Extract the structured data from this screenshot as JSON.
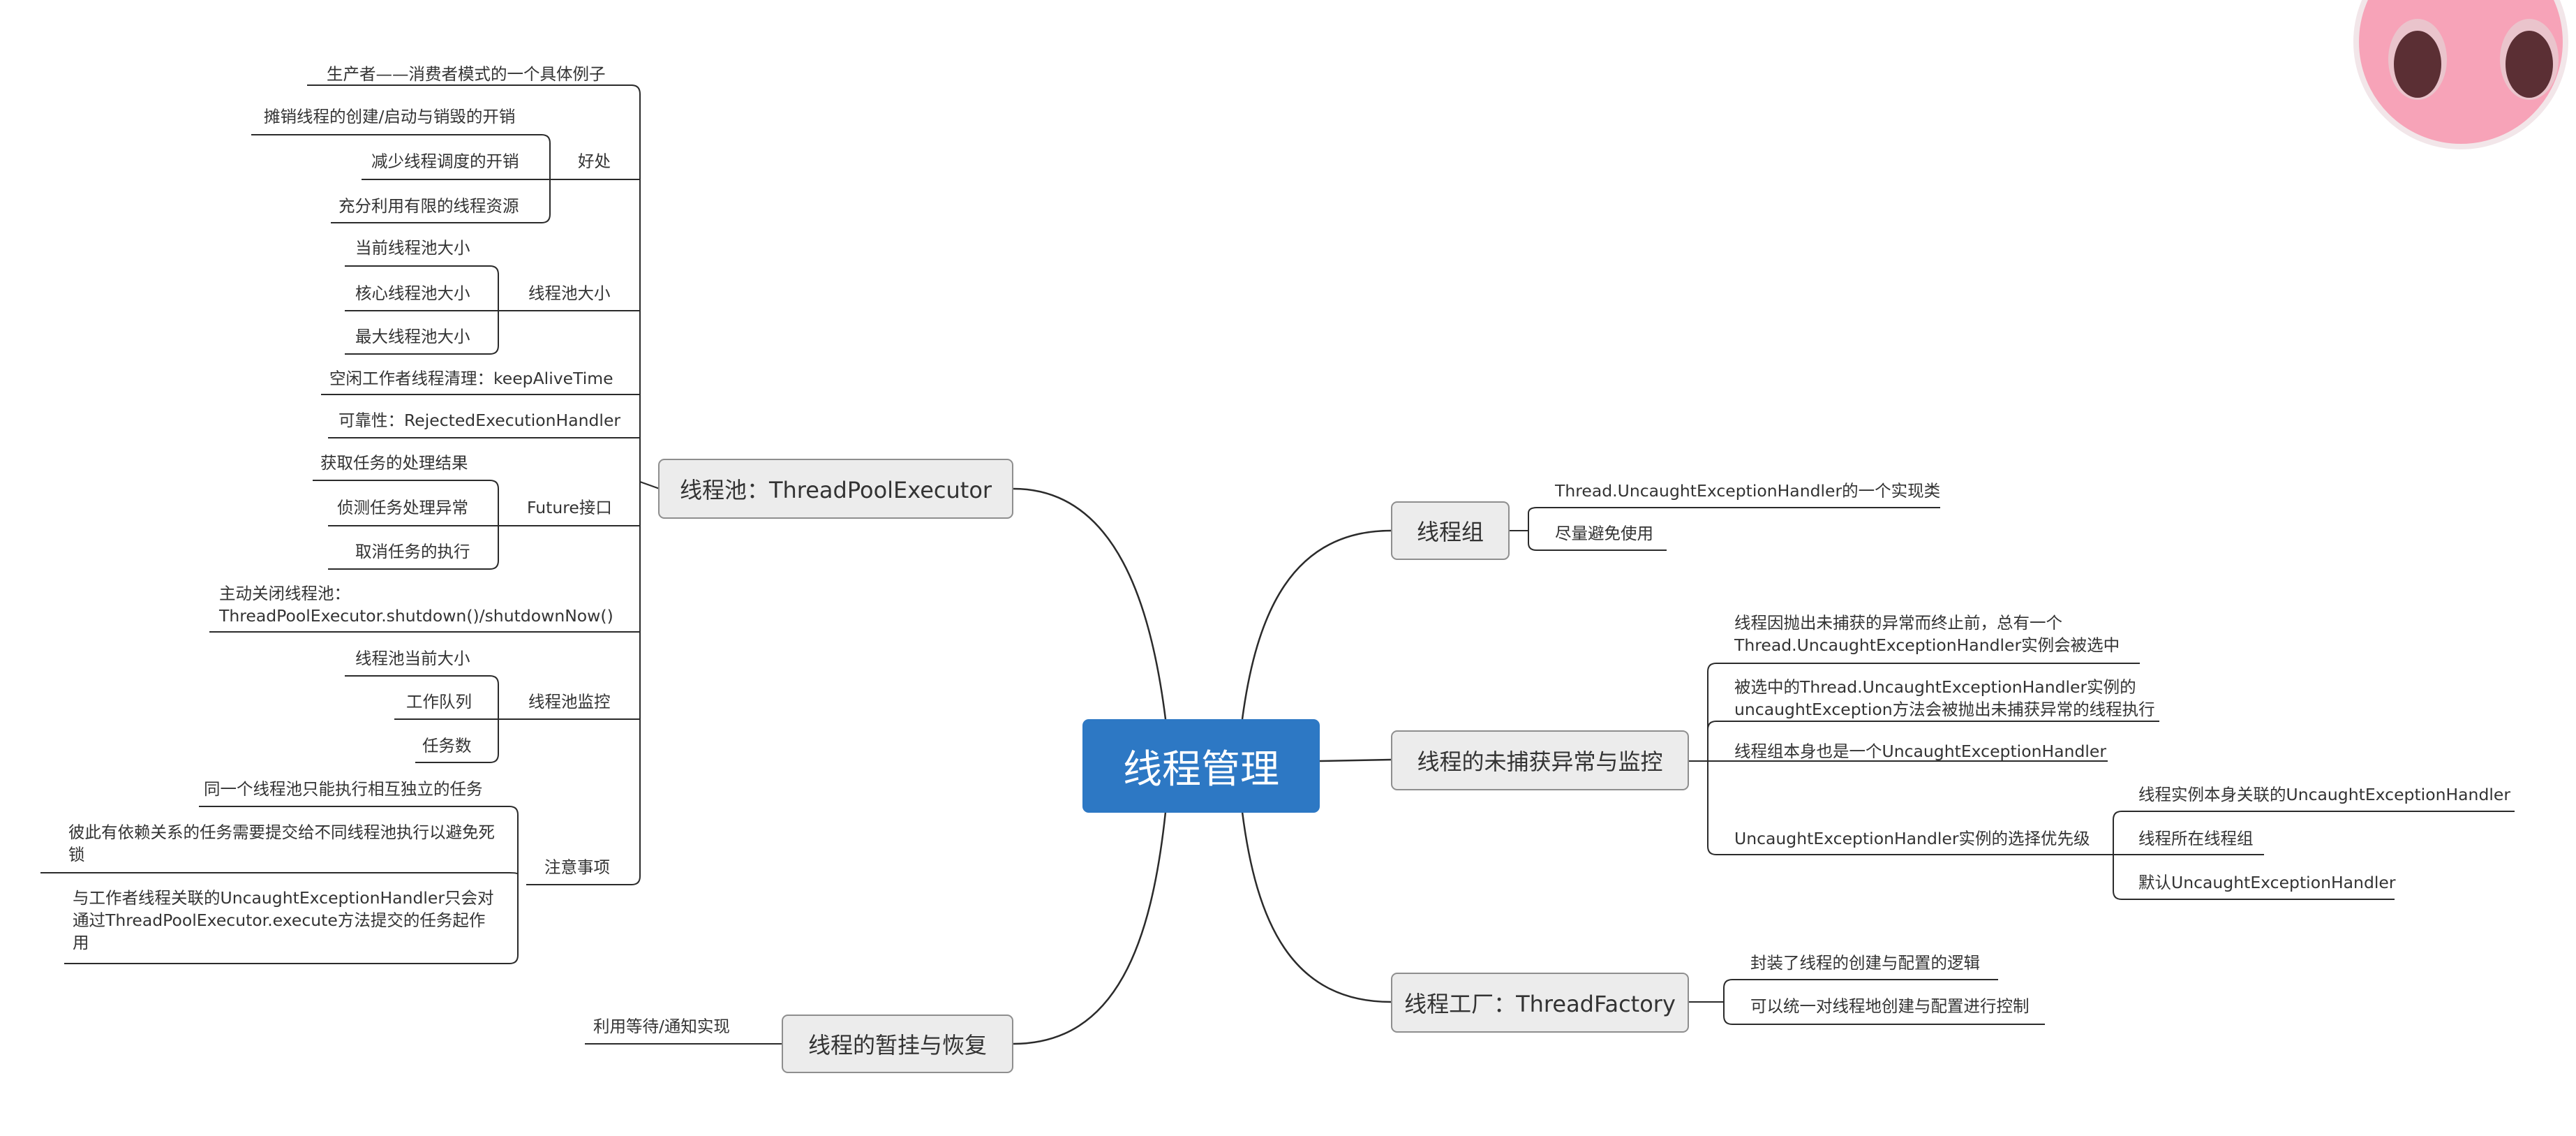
{
  "central": {
    "label": "线程管理",
    "color": "#2d78c4"
  },
  "branches": {
    "pool": {
      "label": "线程池：ThreadPoolExecutor",
      "producer": "生产者——消费者模式的一个具体例子",
      "benefits": {
        "label": "好处",
        "items": [
          "摊销线程的创建/启动与销毁的开销",
          "减少线程调度的开销",
          "充分利用有限的线程资源"
        ]
      },
      "size": {
        "label": "线程池大小",
        "items": [
          "当前线程池大小",
          "核心线程池大小",
          "最大线程池大小"
        ]
      },
      "idle": "空闲工作者线程清理：keepAliveTime",
      "reliability": "可靠性：RejectedExecutionHandler",
      "future": {
        "label": "Future接口",
        "items": [
          "获取任务的处理结果",
          "侦测任务处理异常",
          "取消任务的执行"
        ]
      },
      "shutdown": "主动关闭线程池：ThreadPoolExecutor.shutdown()/shutdownNow()",
      "monitor": {
        "label": "线程池监控",
        "items": [
          "线程池当前大小",
          "工作队列",
          "任务数"
        ]
      },
      "notes": {
        "label": "注意事项",
        "items": [
          "同一个线程池只能执行相互独立的任务",
          "彼此有依赖关系的任务需要提交给不同线程池执行以避免死锁",
          "与工作者线程关联的UncaughtExceptionHandler只会对通过ThreadPoolExecutor.execute方法提交的任务起作用"
        ]
      }
    },
    "suspend": {
      "label": "线程的暂挂与恢复",
      "items": [
        "利用等待/通知实现"
      ]
    },
    "group": {
      "label": "线程组",
      "items": [
        "Thread.UncaughtExceptionHandler的一个实现类",
        "尽量避免使用"
      ]
    },
    "uncaught": {
      "label": "线程的未捕获异常与监控",
      "items": [
        "线程因抛出未捕获的异常而终止前，总有一个Thread.UncaughtExceptionHandler实例会被选中",
        "被选中的Thread.UncaughtExceptionHandler实例的uncaughtException方法会被抛出未捕获异常的线程执行",
        "线程组本身也是一个UncaughtExceptionHandler"
      ],
      "priority": {
        "label": "UncaughtExceptionHandler实例的选择优先级",
        "items": [
          "线程实例本身关联的UncaughtExceptionHandler",
          "线程所在线程组",
          "默认UncaughtExceptionHandler"
        ]
      }
    },
    "factory": {
      "label": "线程工厂：ThreadFactory",
      "items": [
        "封装了线程的创建与配置的逻辑",
        "可以统一对线程地创建与配置进行控制"
      ]
    }
  },
  "colors": {
    "line": "#2b2b2b",
    "topic_fill": "#ececec",
    "topic_border": "#8e8e8e",
    "mascot_pink": "#f7a3b8",
    "mascot_eye": "#5b2f34"
  }
}
